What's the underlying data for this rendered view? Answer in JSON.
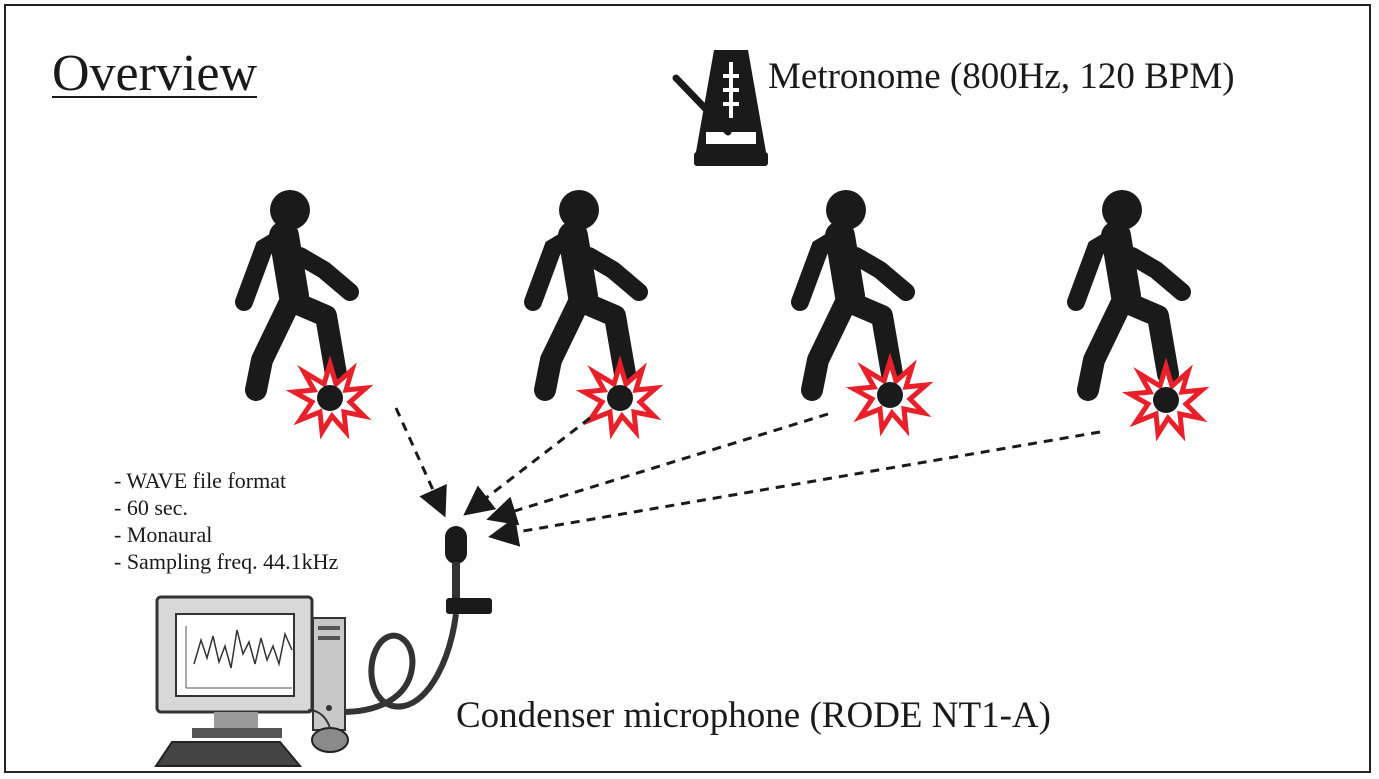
{
  "title": "Overview",
  "metronome": {
    "label": "Metronome (800Hz, 120 BPM)",
    "icon": "metronome-icon"
  },
  "walkers": [
    {
      "icon": "walking-person-icon",
      "impact_icon": "footstep-burst-icon"
    },
    {
      "icon": "walking-person-icon",
      "impact_icon": "footstep-burst-icon"
    },
    {
      "icon": "walking-person-icon",
      "impact_icon": "footstep-burst-icon"
    },
    {
      "icon": "walking-person-icon",
      "impact_icon": "footstep-burst-icon"
    }
  ],
  "recording_specs": [
    "- WAVE file format",
    "- 60 sec.",
    "- Monaural",
    "- Sampling freq. 44.1kHz"
  ],
  "microphone": {
    "label": "Condenser microphone (RODE NT1-A)",
    "icon": "condenser-microphone-icon"
  },
  "computer": {
    "icon": "desktop-computer-icon"
  },
  "colors": {
    "ink": "#1a1a1a",
    "burst_red": "#e8202a",
    "frame": "#222222"
  }
}
